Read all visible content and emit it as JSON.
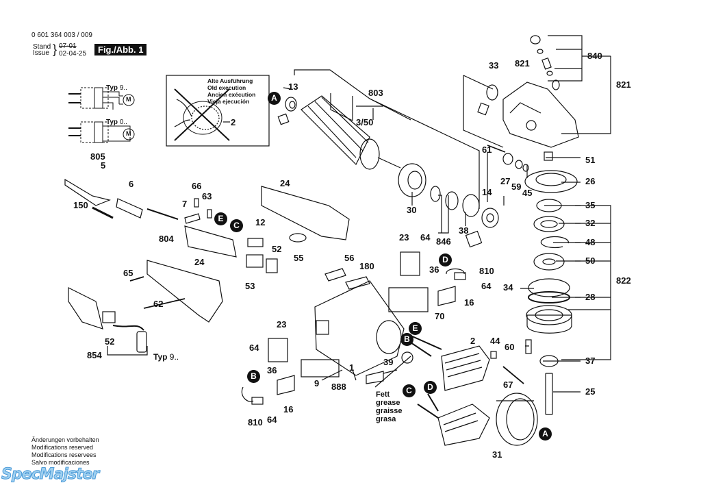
{
  "header": {
    "part_number": "0 601 364 003 / 009",
    "stand_label": "Stand",
    "issue_label": "Issue",
    "stand_value_struck": "07-01",
    "issue_date": "02-04-25",
    "figure_label": "Fig./Abb. 1"
  },
  "old_execution_box": {
    "lines": [
      "Alte Ausführung",
      "Old execution",
      "Ancien exécution",
      "Vieja ejecución"
    ],
    "part": "2"
  },
  "wiring": {
    "type_9": {
      "label": "Typ",
      "suffix": "9.."
    },
    "type_0": {
      "label": "Typ",
      "suffix": "0.."
    },
    "motor_symbol": "M"
  },
  "connectors": [
    "A",
    "B",
    "C",
    "D",
    "E"
  ],
  "grease_note": [
    "Fett",
    "grease",
    "graisse",
    "grasa"
  ],
  "footer_notes": [
    "Änderungen vorbehalten",
    "Modifications reserved",
    "Modifications reservees",
    "Salvo modificaciones"
  ],
  "watermark": "SpecMajster",
  "type_note_854": {
    "label": "Typ",
    "suffix": "9.."
  },
  "part_labels": {
    "p805": "805",
    "p5": "5",
    "p6": "6",
    "p150": "150",
    "p66": "66",
    "p63": "63",
    "p7": "7",
    "p804": "804",
    "p12": "12",
    "p24top": "24",
    "p52a": "52",
    "p53": "53",
    "p55": "55",
    "p24": "24",
    "p65": "65",
    "p62": "62",
    "p52b": "52",
    "p854": "854",
    "p13": "13",
    "p803": "803",
    "p350": "3/50",
    "p30": "30",
    "p846": "846",
    "p38": "38",
    "p14": "14",
    "p33": "33",
    "p821a": "821",
    "p840": "840",
    "p821b": "821",
    "p61": "61",
    "p51": "51",
    "p27": "27",
    "p59": "59",
    "p45": "45",
    "p26": "26",
    "p35": "35",
    "p32": "32",
    "p48": "48",
    "p50": "50",
    "p34": "34",
    "p28": "28",
    "p822": "822",
    "p60": "60",
    "p37": "37",
    "p25": "25",
    "p23a": "23",
    "p64a": "64",
    "p810a": "810",
    "p36a": "36",
    "p64b": "64",
    "p16a": "16",
    "p56": "56",
    "p180": "180",
    "p70": "70",
    "p23b": "23",
    "p64c": "64",
    "p36b": "36",
    "p810b": "810",
    "p64d": "64",
    "p16b": "16",
    "p9": "9",
    "p1": "1",
    "p888": "888",
    "p39": "39",
    "p2": "2",
    "p44": "44",
    "p67": "67",
    "p31": "31"
  }
}
